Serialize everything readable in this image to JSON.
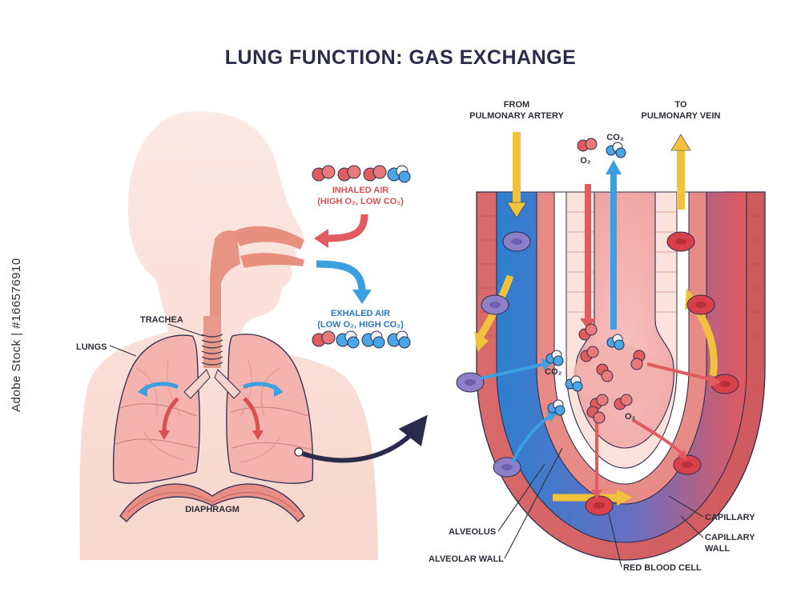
{
  "title": "LUNG FUNCTION: GAS EXCHANGE",
  "labels": {
    "trachea": "TRACHEA",
    "lungs": "LUNGS",
    "diaphragm": "DIAPHRAGM",
    "inhaled_title": "INHALED AIR",
    "inhaled_sub": "(HIGH O₂, LOW CO₂)",
    "exhaled_title": "EXHALED AIR",
    "exhaled_sub": "(LOW O₂, HIGH CO₂)",
    "from_line1": "FROM",
    "from_line2": "PULMONARY ARTERY",
    "to_line1": "TO",
    "to_line2": "PULMONARY VEIN",
    "o2": "O₂",
    "co2": "CO₂",
    "alveolus": "ALVEOLUS",
    "alveolar_wall": "ALVEOLAR WALL",
    "red_blood_cell": "RED BLOOD CELL",
    "capillary": "CAPILLARY",
    "capillary_wall_1": "CAPILLARY",
    "capillary_wall_2": "WALL"
  },
  "watermark": "Adobe Stock | #166576910",
  "colors": {
    "oxygen": "#d9504f",
    "carbon_dioxide": "#3aa0e0",
    "deoxygenated_blood": "#2d7fd0",
    "oxygenated_blood": "#e05a5f",
    "flow_arrow": "#f2c23d",
    "title": "#2b2c4d"
  }
}
